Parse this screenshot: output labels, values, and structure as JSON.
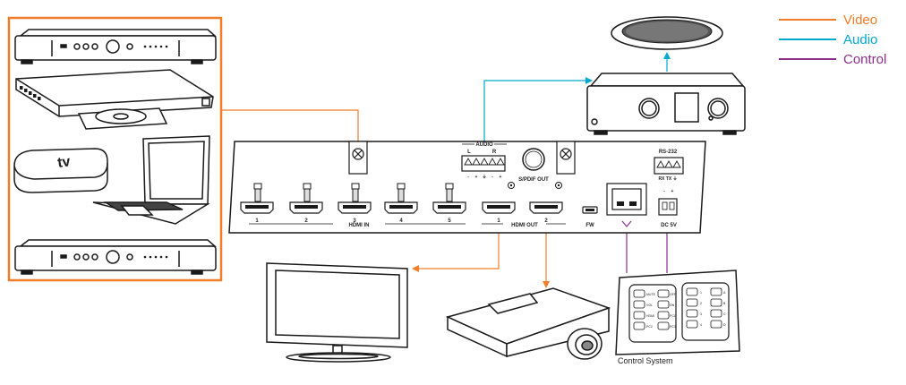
{
  "legend": {
    "video": {
      "label": "Video",
      "color": "#F07D28"
    },
    "audio": {
      "label": "Audio",
      "color": "#00A9CE"
    },
    "control": {
      "label": "Control",
      "color": "#8B2F8B"
    }
  },
  "device": {
    "hdmi_in_label": "HDMI IN",
    "hdmi_out_label": "HDMI OUT",
    "inputs": [
      "1",
      "2",
      "3",
      "4",
      "5"
    ],
    "outputs": [
      "1",
      "2"
    ],
    "audio_label": "AUDIO",
    "audio_channels": {
      "left": "L",
      "right": "R"
    },
    "audio_pins": [
      "-",
      "+",
      "⏚",
      "-",
      "+"
    ],
    "spdif_label": "S/PDIF OUT",
    "fw_label": "FW",
    "rs232_label": "RS-232",
    "rs232_pins": "RX TX ⏚",
    "dc_label": "DC 5V",
    "dc_pins": [
      "-",
      "+"
    ]
  },
  "sources": {
    "appletv_logo": "tv"
  },
  "control_system": {
    "label": "Control System",
    "left_panel": [
      "MUTE",
      "OFF",
      "VOL",
      "ON",
      "HDMI",
      "PC1",
      "PC2",
      "PC3"
    ],
    "right_panel": [
      "1",
      "A",
      "2",
      "B",
      "3",
      "C",
      "4",
      "D"
    ]
  }
}
